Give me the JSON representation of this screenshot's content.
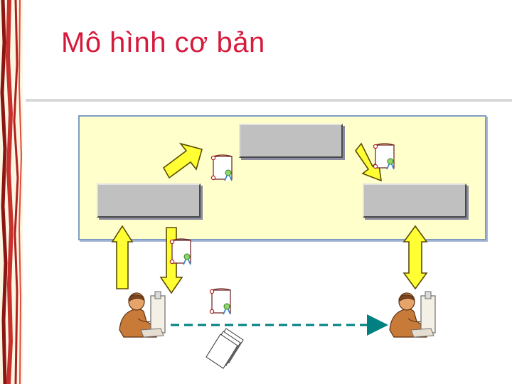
{
  "slide": {
    "title": "Mô hình cơ bản"
  },
  "colors": {
    "title": "#d51a3c",
    "panel_fill": "#ffffcc",
    "panel_border": "#7f9cc4",
    "node_fill": "#c0c0c0",
    "arrow_fill": "#ffff33",
    "dashed_link": "#008080",
    "left_band": "#c9302c"
  },
  "diagram": {
    "nodes": [
      "node-top",
      "node-left",
      "node-right"
    ],
    "icons": [
      "message-scroll-icon",
      "person-at-desk-icon",
      "document-stack-icon"
    ],
    "links": [
      "bidirectional-arrow",
      "down-arrow",
      "diagonal-arrow",
      "dashed-arrow"
    ]
  }
}
